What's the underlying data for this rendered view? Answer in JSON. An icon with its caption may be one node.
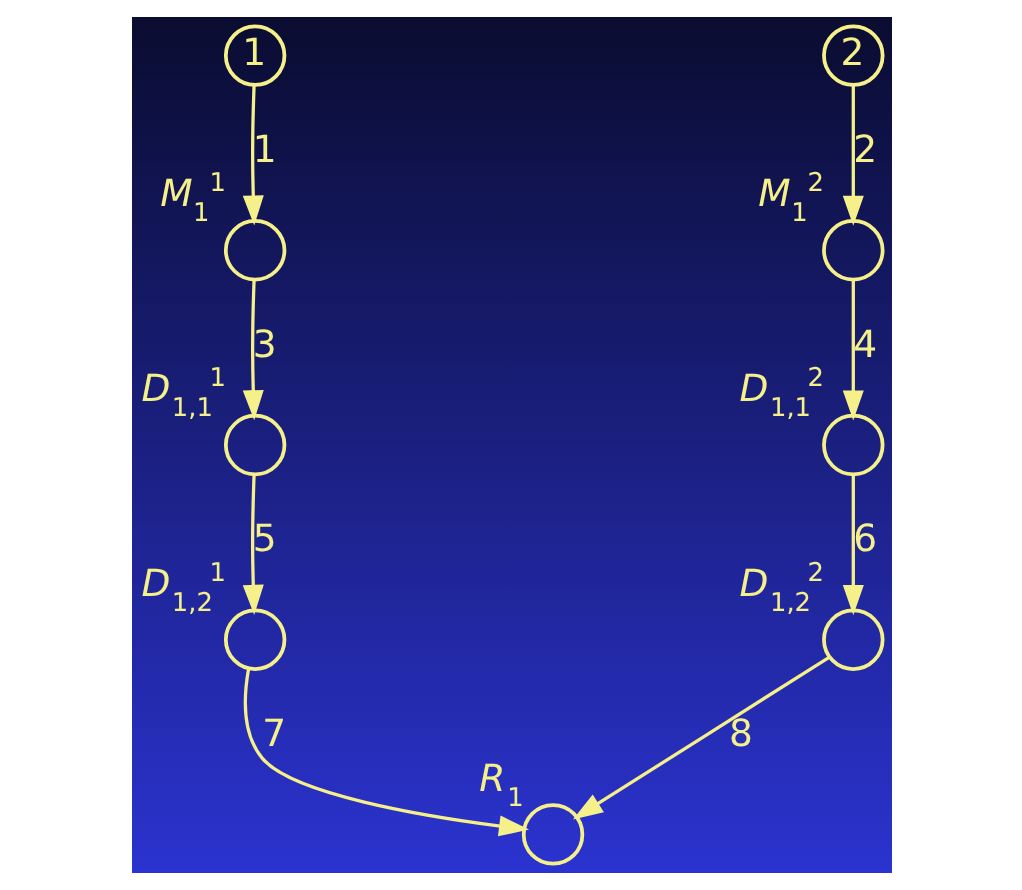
{
  "diagram": {
    "nodes": [
      {
        "text": [
          "1"
        ]
      },
      {
        "text": [
          "2"
        ]
      },
      {
        "text": [],
        "shape": "circle",
        "beside": [
          "M$_{1}$$^{1}$"
        ]
      },
      {
        "text": [],
        "shape": "circle",
        "beside": [
          "M$_{1}$$^{2}$"
        ]
      },
      {
        "text": [],
        "shape": "circle",
        "beside": [
          "D$_{1,1}$$^{1}$"
        ]
      },
      {
        "text": [],
        "shape": "circle",
        "beside": [
          "D$_{1,1}$$^{2}$"
        ]
      },
      {
        "text": [],
        "shape": "circle",
        "beside": [
          "D$_{1,2}$$^{1}$"
        ]
      },
      {
        "text": [],
        "shape": "circle",
        "beside": [
          "D$_{1,2}$$^{2}$"
        ]
      },
      {
        "text": [],
        "shape": "circle",
        "beside": [
          "R$_{1}$"
        ]
      }
    ],
    "edges": [
      {
        "from": 0,
        "to": 2,
        "arrow": "to",
        "label": "1"
      },
      {
        "from": 1,
        "to": 3,
        "arrow": "to",
        "label": "2"
      },
      {
        "from": 2,
        "to": 4,
        "arrow": "to",
        "label": "3"
      },
      {
        "from": 3,
        "to": 5,
        "arrow": "to",
        "label": "4"
      },
      {
        "from": 4,
        "to": 6,
        "arrow": "to",
        "label": "5"
      },
      {
        "from": 5,
        "to": 7,
        "arrow": "to",
        "label": "6"
      },
      {
        "from": 6,
        "to": 8,
        "arrow": "to",
        "label": "7"
      },
      {
        "from": 7,
        "to": 8,
        "arrow": "to",
        "label": "8"
      }
    ]
  }
}
